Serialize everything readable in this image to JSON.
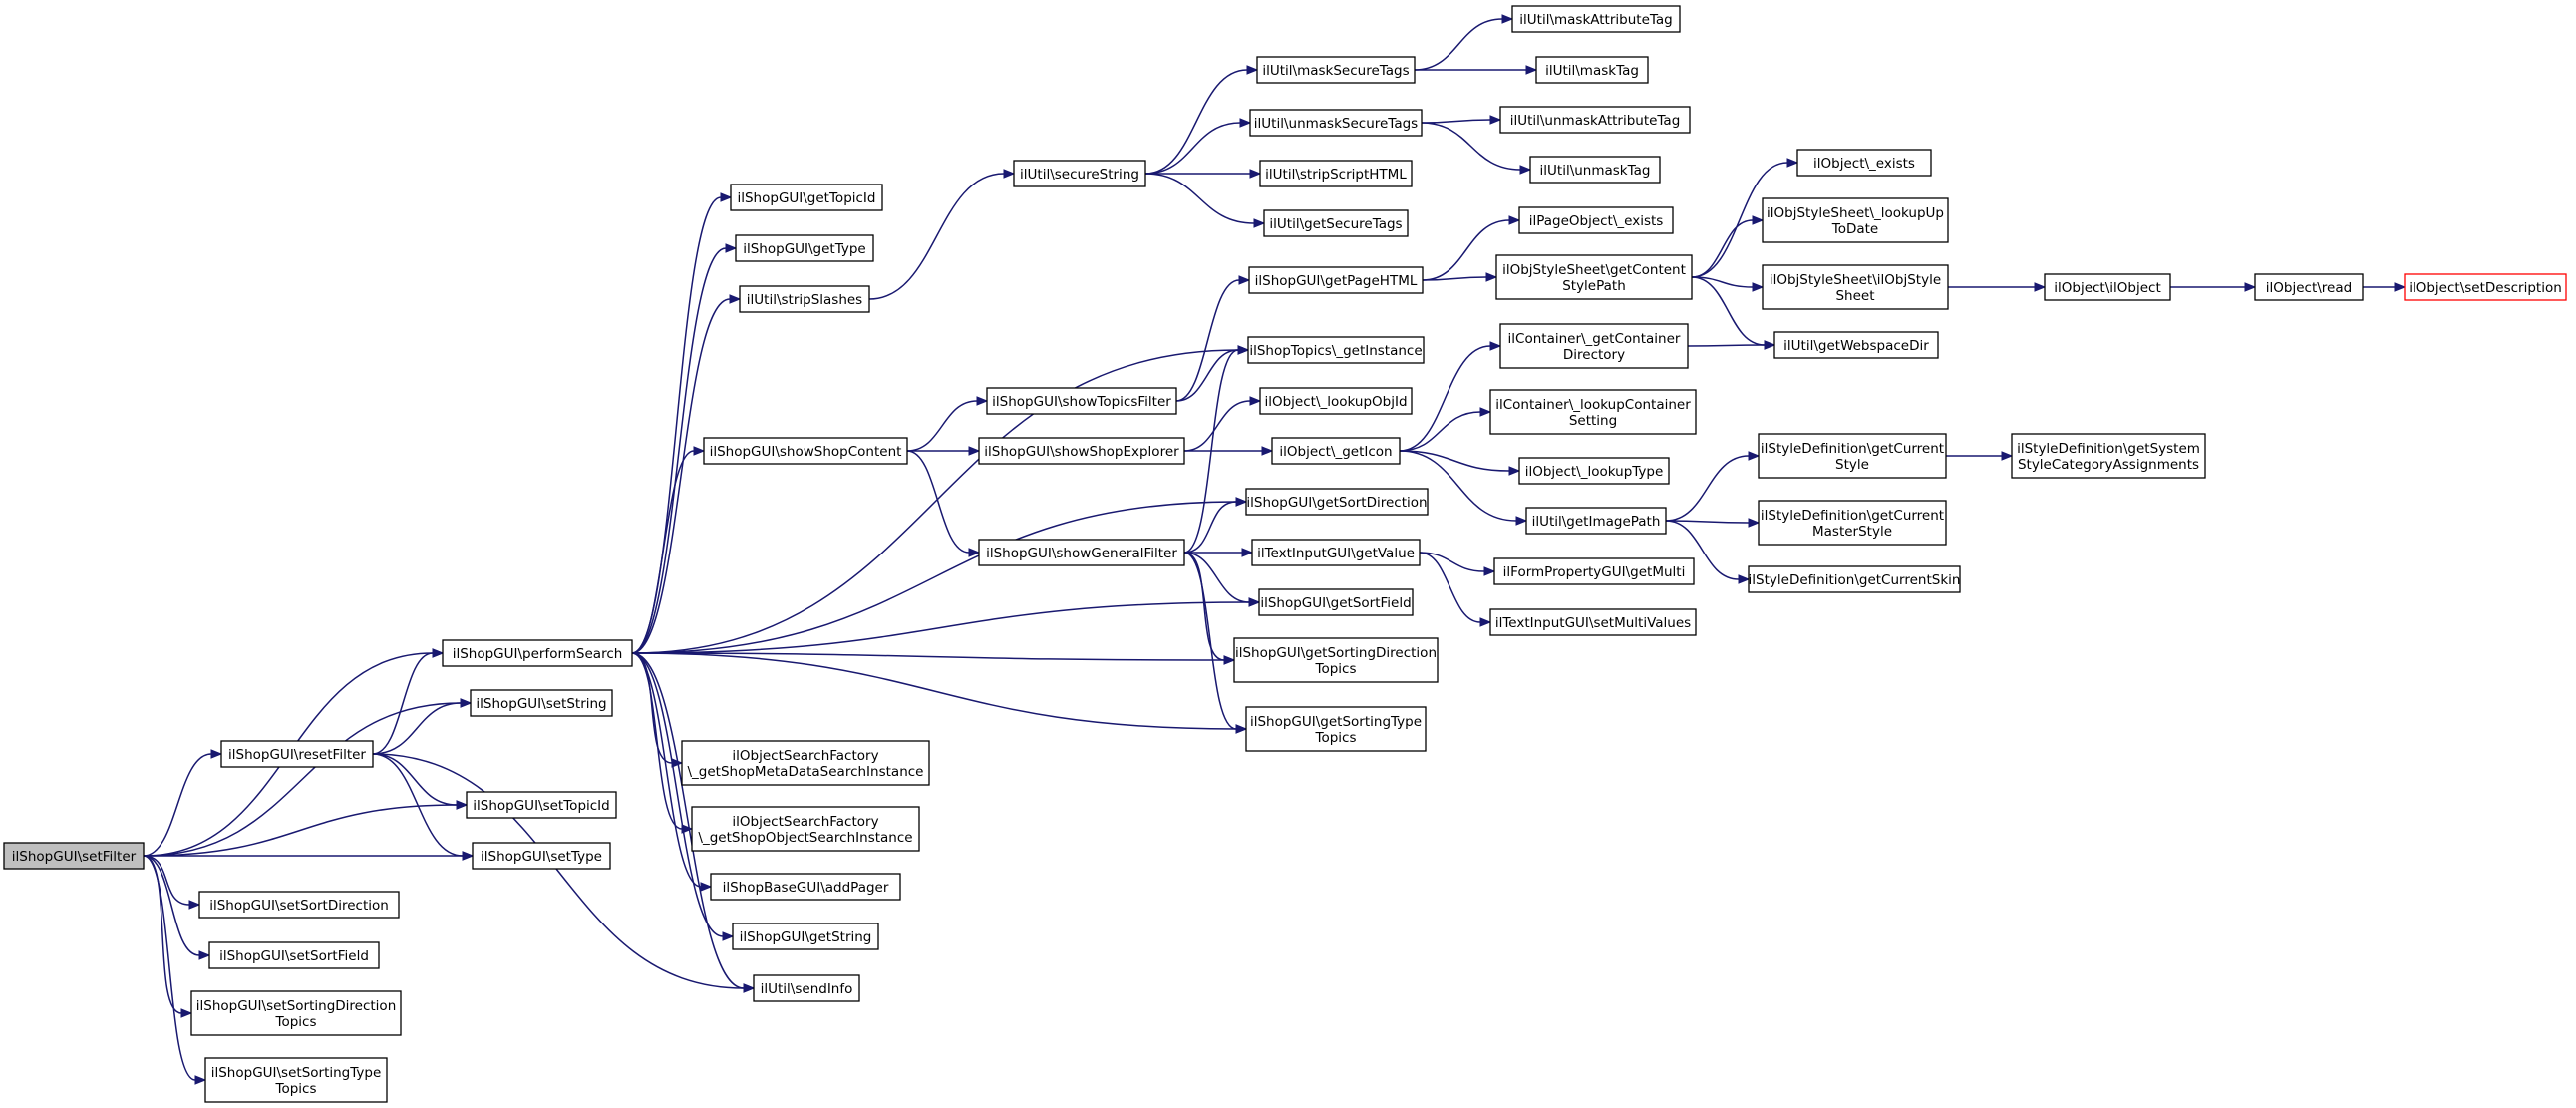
{
  "colors": {
    "edge": "#191970",
    "node_border": "#000000",
    "root_fill": "#bfbfbf",
    "truncated_border": "#ff0000"
  },
  "nodes": [
    {
      "id": "setFilter",
      "lines": [
        "ilShopGUI\\setFilter"
      ],
      "role": "root"
    },
    {
      "id": "performSearch",
      "lines": [
        "ilShopGUI\\performSearch"
      ]
    },
    {
      "id": "setString",
      "lines": [
        "ilShopGUI\\setString"
      ]
    },
    {
      "id": "resetFilter",
      "lines": [
        "ilShopGUI\\resetFilter"
      ]
    },
    {
      "id": "setTopicId",
      "lines": [
        "ilShopGUI\\setTopicId"
      ]
    },
    {
      "id": "setType",
      "lines": [
        "ilShopGUI\\setType"
      ]
    },
    {
      "id": "setSortDirection",
      "lines": [
        "ilShopGUI\\setSortDirection"
      ]
    },
    {
      "id": "setSortField",
      "lines": [
        "ilShopGUI\\setSortField"
      ]
    },
    {
      "id": "setSortingDirectionTopics",
      "lines": [
        "ilShopGUI\\setSortingDirection",
        "Topics"
      ]
    },
    {
      "id": "setSortingTypeTopics",
      "lines": [
        "ilShopGUI\\setSortingType",
        "Topics"
      ]
    },
    {
      "id": "getTopicId",
      "lines": [
        "ilShopGUI\\getTopicId"
      ]
    },
    {
      "id": "getType",
      "lines": [
        "ilShopGUI\\getType"
      ]
    },
    {
      "id": "stripSlashes",
      "lines": [
        "ilUtil\\stripSlashes"
      ]
    },
    {
      "id": "showShopContent",
      "lines": [
        "ilShopGUI\\showShopContent"
      ]
    },
    {
      "id": "getShopMetaDataSearchInstance",
      "lines": [
        "ilObjectSearchFactory",
        "\\_getShopMetaDataSearchInstance"
      ]
    },
    {
      "id": "getShopObjectSearchInstance",
      "lines": [
        "ilObjectSearchFactory",
        "\\_getShopObjectSearchInstance"
      ]
    },
    {
      "id": "addPager",
      "lines": [
        "ilShopBaseGUI\\addPager"
      ]
    },
    {
      "id": "getString",
      "lines": [
        "ilShopGUI\\getString"
      ]
    },
    {
      "id": "sendInfo",
      "lines": [
        "ilUtil\\sendInfo"
      ]
    },
    {
      "id": "secureString",
      "lines": [
        "ilUtil\\secureString"
      ]
    },
    {
      "id": "showTopicsFilter",
      "lines": [
        "ilShopGUI\\showTopicsFilter"
      ]
    },
    {
      "id": "showShopExplorer",
      "lines": [
        "ilShopGUI\\showShopExplorer"
      ]
    },
    {
      "id": "showGeneralFilter",
      "lines": [
        "ilShopGUI\\showGeneralFilter"
      ]
    },
    {
      "id": "maskSecureTags",
      "lines": [
        "ilUtil\\maskSecureTags"
      ]
    },
    {
      "id": "unmaskSecureTags",
      "lines": [
        "ilUtil\\unmaskSecureTags"
      ]
    },
    {
      "id": "stripScriptHTML",
      "lines": [
        "ilUtil\\stripScriptHTML"
      ]
    },
    {
      "id": "getSecureTags",
      "lines": [
        "ilUtil\\getSecureTags"
      ]
    },
    {
      "id": "getPageHTML",
      "lines": [
        "ilShopGUI\\getPageHTML"
      ]
    },
    {
      "id": "getInstance",
      "lines": [
        "ilShopTopics\\_getInstance"
      ]
    },
    {
      "id": "lookupObjId",
      "lines": [
        "ilObject\\_lookupObjId"
      ]
    },
    {
      "id": "getIcon",
      "lines": [
        "ilObject\\_getIcon"
      ]
    },
    {
      "id": "getSortDirection",
      "lines": [
        "ilShopGUI\\getSortDirection"
      ]
    },
    {
      "id": "tiGetValue",
      "lines": [
        "ilTextInputGUI\\getValue"
      ]
    },
    {
      "id": "getSortField",
      "lines": [
        "ilShopGUI\\getSortField"
      ]
    },
    {
      "id": "getSortingDirectionTopics",
      "lines": [
        "ilShopGUI\\getSortingDirection",
        "Topics"
      ]
    },
    {
      "id": "getSortingTypeTopics",
      "lines": [
        "ilShopGUI\\getSortingType",
        "Topics"
      ]
    },
    {
      "id": "maskAttributeTag",
      "lines": [
        "ilUtil\\maskAttributeTag"
      ]
    },
    {
      "id": "maskTag",
      "lines": [
        "ilUtil\\maskTag"
      ]
    },
    {
      "id": "unmaskAttributeTag",
      "lines": [
        "ilUtil\\unmaskAttributeTag"
      ]
    },
    {
      "id": "unmaskTag",
      "lines": [
        "ilUtil\\unmaskTag"
      ]
    },
    {
      "id": "pageExists",
      "lines": [
        "ilPageObject\\_exists"
      ]
    },
    {
      "id": "getContentStylePath",
      "lines": [
        "ilObjStyleSheet\\getContent",
        "StylePath"
      ]
    },
    {
      "id": "getContainerDirectory",
      "lines": [
        "ilContainer\\_getContainer",
        "Directory"
      ]
    },
    {
      "id": "lookupContainerSetting",
      "lines": [
        "ilContainer\\_lookupContainer",
        "Setting"
      ]
    },
    {
      "id": "lookupType",
      "lines": [
        "ilObject\\_lookupType"
      ]
    },
    {
      "id": "getImagePath",
      "lines": [
        "ilUtil\\getImagePath"
      ]
    },
    {
      "id": "getMulti",
      "lines": [
        "ilFormPropertyGUI\\getMulti"
      ]
    },
    {
      "id": "setMultiValues",
      "lines": [
        "ilTextInputGUI\\setMultiValues"
      ]
    },
    {
      "id": "objExists",
      "lines": [
        "ilObject\\_exists"
      ]
    },
    {
      "id": "lookupUpToDate",
      "lines": [
        "ilObjStyleSheet\\_lookupUp",
        "ToDate"
      ]
    },
    {
      "id": "ilObjStyleSheetCtor",
      "lines": [
        "ilObjStyleSheet\\ilObjStyle",
        "Sheet"
      ]
    },
    {
      "id": "getWebspaceDir",
      "lines": [
        "ilUtil\\getWebspaceDir"
      ]
    },
    {
      "id": "getCurrentStyle",
      "lines": [
        "ilStyleDefinition\\getCurrent",
        "Style"
      ]
    },
    {
      "id": "getCurrentMasterStyle",
      "lines": [
        "ilStyleDefinition\\getCurrent",
        "MasterStyle"
      ]
    },
    {
      "id": "getCurrentSkin",
      "lines": [
        "ilStyleDefinition\\getCurrentSkin"
      ]
    },
    {
      "id": "getSystemStyleCategoryAssignments",
      "lines": [
        "ilStyleDefinition\\getSystem",
        "StyleCategoryAssignments"
      ]
    },
    {
      "id": "ilObjectCtor",
      "lines": [
        "ilObject\\ilObject"
      ]
    },
    {
      "id": "objRead",
      "lines": [
        "ilObject\\read"
      ]
    },
    {
      "id": "setDescription",
      "lines": [
        "ilObject\\setDescription"
      ],
      "role": "truncated"
    }
  ],
  "edges": [
    [
      "setFilter",
      "performSearch"
    ],
    [
      "setFilter",
      "setString"
    ],
    [
      "setFilter",
      "resetFilter"
    ],
    [
      "setFilter",
      "setTopicId"
    ],
    [
      "setFilter",
      "setType"
    ],
    [
      "setFilter",
      "setSortDirection"
    ],
    [
      "setFilter",
      "setSortField"
    ],
    [
      "setFilter",
      "setSortingDirectionTopics"
    ],
    [
      "setFilter",
      "setSortingTypeTopics"
    ],
    [
      "resetFilter",
      "performSearch"
    ],
    [
      "resetFilter",
      "setString"
    ],
    [
      "resetFilter",
      "setTopicId"
    ],
    [
      "resetFilter",
      "setType"
    ],
    [
      "resetFilter",
      "sendInfo"
    ],
    [
      "performSearch",
      "getTopicId"
    ],
    [
      "performSearch",
      "getType"
    ],
    [
      "performSearch",
      "stripSlashes"
    ],
    [
      "performSearch",
      "getInstance"
    ],
    [
      "performSearch",
      "showShopContent"
    ],
    [
      "performSearch",
      "getSortDirection"
    ],
    [
      "performSearch",
      "getSortField"
    ],
    [
      "performSearch",
      "getSortingDirectionTopics"
    ],
    [
      "performSearch",
      "getSortingTypeTopics"
    ],
    [
      "performSearch",
      "getShopMetaDataSearchInstance"
    ],
    [
      "performSearch",
      "getShopObjectSearchInstance"
    ],
    [
      "performSearch",
      "addPager"
    ],
    [
      "performSearch",
      "getString"
    ],
    [
      "performSearch",
      "sendInfo"
    ],
    [
      "stripSlashes",
      "secureString"
    ],
    [
      "showShopContent",
      "showTopicsFilter"
    ],
    [
      "showShopContent",
      "showShopExplorer"
    ],
    [
      "showShopContent",
      "showGeneralFilter"
    ],
    [
      "secureString",
      "maskSecureTags"
    ],
    [
      "secureString",
      "unmaskSecureTags"
    ],
    [
      "secureString",
      "stripScriptHTML"
    ],
    [
      "secureString",
      "getSecureTags"
    ],
    [
      "showTopicsFilter",
      "getPageHTML"
    ],
    [
      "showTopicsFilter",
      "getInstance"
    ],
    [
      "showShopExplorer",
      "lookupObjId"
    ],
    [
      "showShopExplorer",
      "getIcon"
    ],
    [
      "showGeneralFilter",
      "getInstance"
    ],
    [
      "showGeneralFilter",
      "getSortDirection"
    ],
    [
      "showGeneralFilter",
      "tiGetValue"
    ],
    [
      "showGeneralFilter",
      "getSortField"
    ],
    [
      "showGeneralFilter",
      "getSortingDirectionTopics"
    ],
    [
      "showGeneralFilter",
      "getSortingTypeTopics"
    ],
    [
      "maskSecureTags",
      "maskAttributeTag"
    ],
    [
      "maskSecureTags",
      "maskTag"
    ],
    [
      "unmaskSecureTags",
      "unmaskAttributeTag"
    ],
    [
      "unmaskSecureTags",
      "unmaskTag"
    ],
    [
      "getPageHTML",
      "pageExists"
    ],
    [
      "getPageHTML",
      "getContentStylePath"
    ],
    [
      "getIcon",
      "getContainerDirectory"
    ],
    [
      "getIcon",
      "lookupContainerSetting"
    ],
    [
      "getIcon",
      "lookupType"
    ],
    [
      "getIcon",
      "getImagePath"
    ],
    [
      "tiGetValue",
      "getMulti"
    ],
    [
      "tiGetValue",
      "setMultiValues"
    ],
    [
      "getContentStylePath",
      "objExists"
    ],
    [
      "getContentStylePath",
      "lookupUpToDate"
    ],
    [
      "getContentStylePath",
      "ilObjStyleSheetCtor"
    ],
    [
      "getContentStylePath",
      "getWebspaceDir"
    ],
    [
      "getContainerDirectory",
      "getWebspaceDir"
    ],
    [
      "getImagePath",
      "getCurrentStyle"
    ],
    [
      "getImagePath",
      "getCurrentMasterStyle"
    ],
    [
      "getImagePath",
      "getCurrentSkin"
    ],
    [
      "getCurrentStyle",
      "getSystemStyleCategoryAssignments"
    ],
    [
      "ilObjStyleSheetCtor",
      "ilObjectCtor"
    ],
    [
      "ilObjectCtor",
      "objRead"
    ],
    [
      "objRead",
      "setDescription"
    ]
  ]
}
